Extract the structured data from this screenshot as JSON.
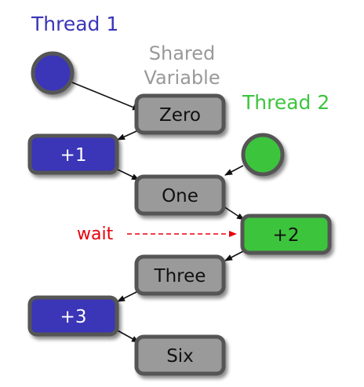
{
  "colors": {
    "thread1": "#3a36b8",
    "thread2": "#3ec43e",
    "shared": "#9a9a9a",
    "shared_label": "#999999",
    "wait": "#e8000b",
    "border": "#555555",
    "arrow": "#111111"
  },
  "labels": {
    "thread1": "Thread 1",
    "shared_variable_line1": "Shared",
    "shared_variable_line2": "Variable",
    "thread2": "Thread 2",
    "wait": "wait"
  },
  "nodes": {
    "zero": "Zero",
    "plus1": "+1",
    "one": "One",
    "plus2": "+2",
    "three": "Three",
    "plus3": "+3",
    "six": "Six"
  }
}
